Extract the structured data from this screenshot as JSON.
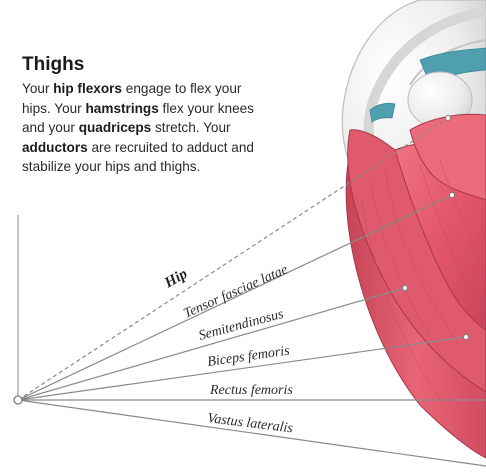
{
  "header": {
    "title": "Thighs"
  },
  "description": [
    {
      "text": "Your ",
      "bold": false
    },
    {
      "text": "hip flexors",
      "bold": true
    },
    {
      "text": " engage to flex your hips. Your ",
      "bold": false
    },
    {
      "text": "hamstrings",
      "bold": true
    },
    {
      "text": " flex your knees and your ",
      "bold": false
    },
    {
      "text": "quadriceps",
      "bold": true
    },
    {
      "text": " stretch. Your ",
      "bold": false
    },
    {
      "text": "adductors",
      "bold": true
    },
    {
      "text": " are recruited to adduct and stabilize your hips and thighs.",
      "bold": false
    }
  ],
  "labels": {
    "hip": "Hip",
    "tensor_fasciae_latae": "Tensor fasciae latae",
    "semitendinosus": "Semitendinosus",
    "biceps_femoris": "Biceps femoris",
    "rectus_femoris": "Rectus femoris",
    "vastus_lateralis": "Vastus lateralis"
  },
  "colors": {
    "muscle": "#e3566b",
    "muscle_dark": "#b83a50",
    "bone": "#ececec",
    "tendon": "#4f9fb0",
    "leader_line": "#8a8a8a",
    "text": "#2a2a2a"
  }
}
